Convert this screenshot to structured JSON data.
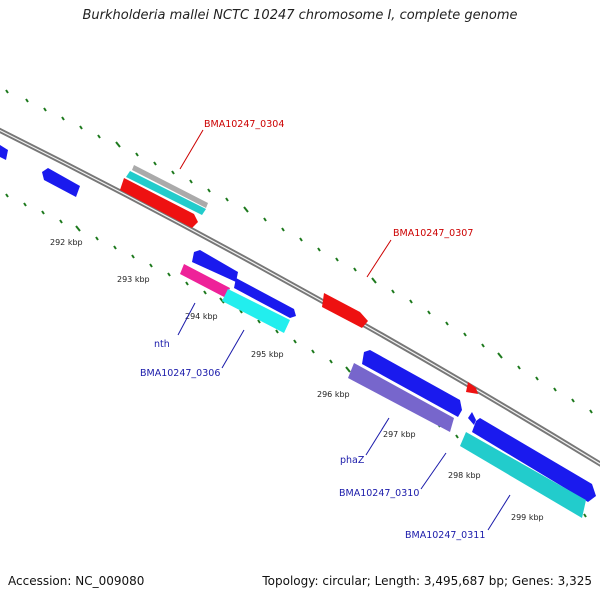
{
  "title": "Burkholderia mallei NCTC 10247 chromosome I, complete genome",
  "accession": "Accession: NC_009080",
  "summary": "Topology: circular; Length: 3,495,687 bp; Genes: 3,325",
  "colors": {
    "backbone": "#8c8c8c",
    "tick": "#1e7a1e",
    "blue": "#1a1aee",
    "red": "#ee1111",
    "cyan": "#22cccc",
    "magenta": "#ee2299",
    "purple": "#7766cc",
    "gray": "#aaaaaa",
    "label_red": "#cc0000",
    "label_blue": "#1a1aaa"
  },
  "kbp_labels": [
    "292 kbp",
    "293 kbp",
    "294 kbp",
    "295 kbp",
    "296 kbp",
    "297 kbp",
    "298 kbp",
    "299 kbp"
  ],
  "gene_labels": [
    {
      "text": "BMA10247_0304",
      "color": "red"
    },
    {
      "text": "BMA10247_0307",
      "color": "red"
    },
    {
      "text": "nth",
      "color": "blue"
    },
    {
      "text": "BMA10247_0306",
      "color": "blue"
    },
    {
      "text": "phaZ",
      "color": "blue"
    },
    {
      "text": "BMA10247_0310",
      "color": "blue"
    },
    {
      "text": "BMA10247_0311",
      "color": "blue"
    }
  ]
}
